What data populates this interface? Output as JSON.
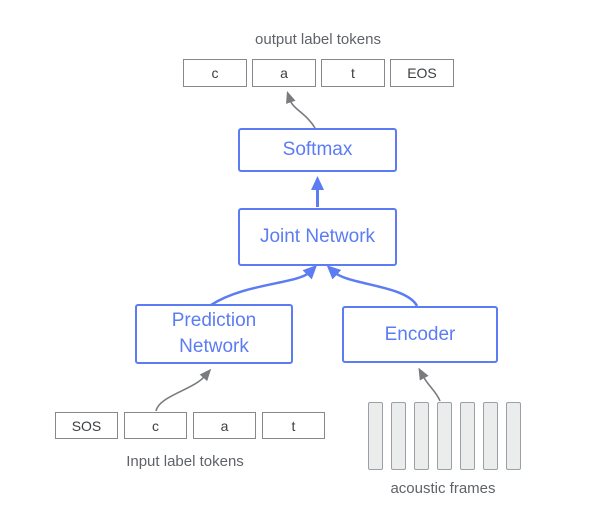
{
  "output_section": {
    "label": "output label tokens",
    "tokens": [
      "c",
      "a",
      "t",
      "EOS"
    ]
  },
  "blocks": {
    "softmax": {
      "label": "Softmax"
    },
    "joint_network": {
      "label": "Joint Network"
    },
    "prediction_network": {
      "lines": [
        "Prediction",
        "Network"
      ]
    },
    "encoder": {
      "label": "Encoder"
    }
  },
  "input_section": {
    "label": "Input label tokens",
    "tokens": [
      "SOS",
      "c",
      "a",
      "t"
    ]
  },
  "acoustic_section": {
    "label": "acoustic frames",
    "frame_count": 7
  },
  "colors": {
    "accent_blue": "#5b7cf3",
    "label_gray": "#5f6368",
    "token_text": "#3c4043",
    "token_border": "#85898d",
    "arrow_gray": "#797b7e",
    "frame_fill": "#ebecec",
    "frame_border": "#9aa0a6"
  }
}
